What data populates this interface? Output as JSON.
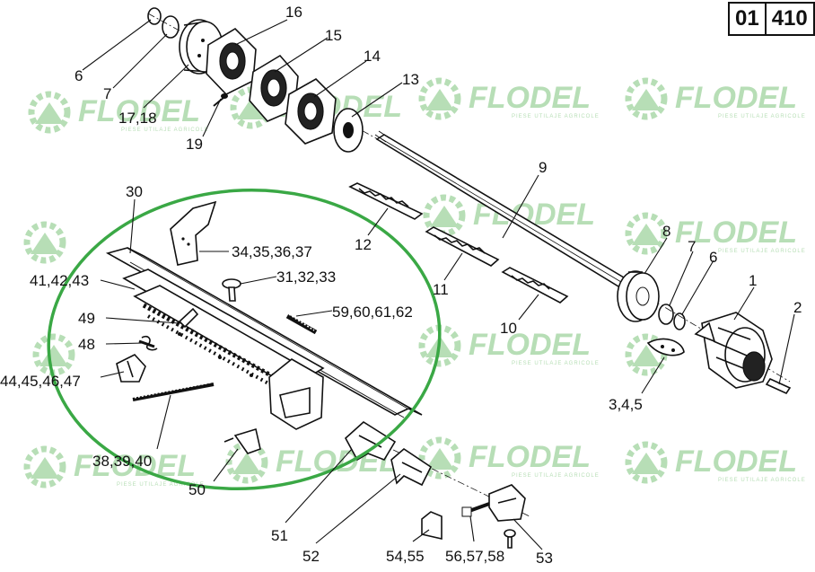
{
  "reference": {
    "group": "01",
    "page": "410"
  },
  "watermark": {
    "brand": "FLODEL",
    "tagline": "PIESE UTILAJE AGRICOLE",
    "color": "#7cc47a"
  },
  "highlight": {
    "color": "#3aa845"
  },
  "callouts": [
    "6",
    "7",
    "17,18",
    "16",
    "15",
    "14",
    "13",
    "19",
    "9",
    "12",
    "11",
    "10",
    "8",
    "7",
    "6",
    "1",
    "2",
    "3,4,5",
    "30",
    "34,35,36,37",
    "31,32,33",
    "41,42,43",
    "59,60,61,62",
    "49",
    "48",
    "44,45,46,47",
    "38,39,40",
    "50",
    "51",
    "52",
    "54,55",
    "56,57,58",
    "53"
  ]
}
